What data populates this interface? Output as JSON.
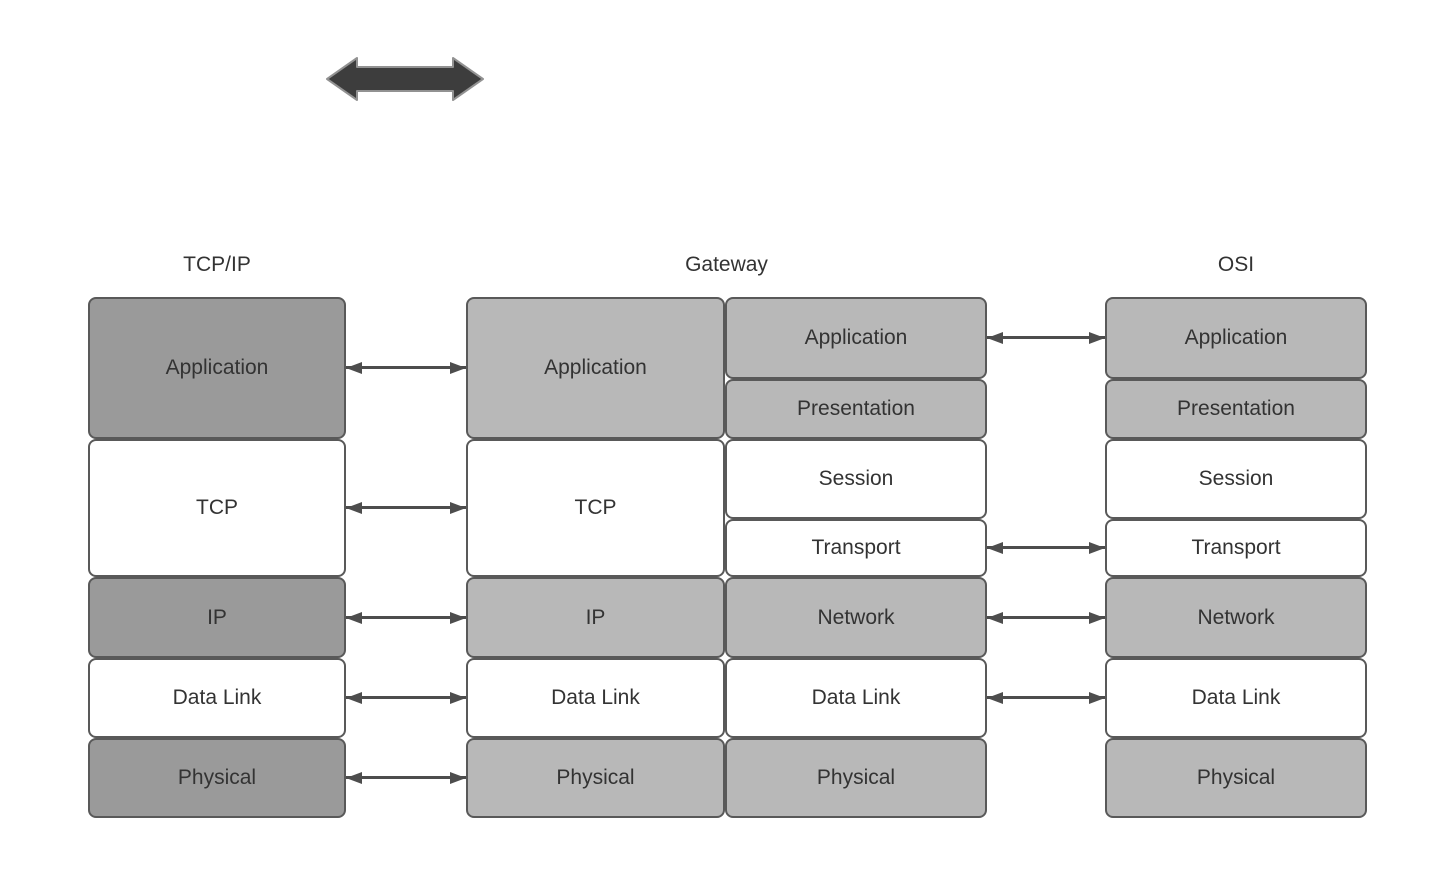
{
  "columns": {
    "tcpip": {
      "title": "TCP/IP",
      "layers": [
        "Application",
        "TCP",
        "IP",
        "Data Link",
        "Physical"
      ]
    },
    "gateway": {
      "title": "Gateway",
      "left_stack": [
        "Application",
        "TCP",
        "IP",
        "Data Link",
        "Physical"
      ],
      "right_stack": [
        "Application",
        "Presentation",
        "Session",
        "Transport",
        "Network",
        "Data Link",
        "Physical"
      ]
    },
    "osi": {
      "title": "OSI",
      "layers": [
        "Application",
        "Presentation",
        "Session",
        "Transport",
        "Network",
        "Data Link",
        "Physical"
      ]
    }
  },
  "icons": {
    "top_arrow": "double-horizontal-arrow-icon"
  },
  "connections": {
    "tcpip_gateway": [
      "Application",
      "TCP",
      "IP",
      "Data Link",
      "Physical"
    ],
    "gateway_osi": [
      "Application",
      "Transport",
      "Network",
      "Data Link"
    ]
  },
  "colors": {
    "dark_box": "#9a9a9a",
    "light_box": "#b8b8b8",
    "white_box": "#ffffff",
    "box_border": "#595959",
    "connector": "#4d4d4d",
    "thick_arrow_fill": "#3d3d3d",
    "thick_arrow_stroke": "#929292",
    "text": "#333333",
    "background": "#ffffff"
  }
}
